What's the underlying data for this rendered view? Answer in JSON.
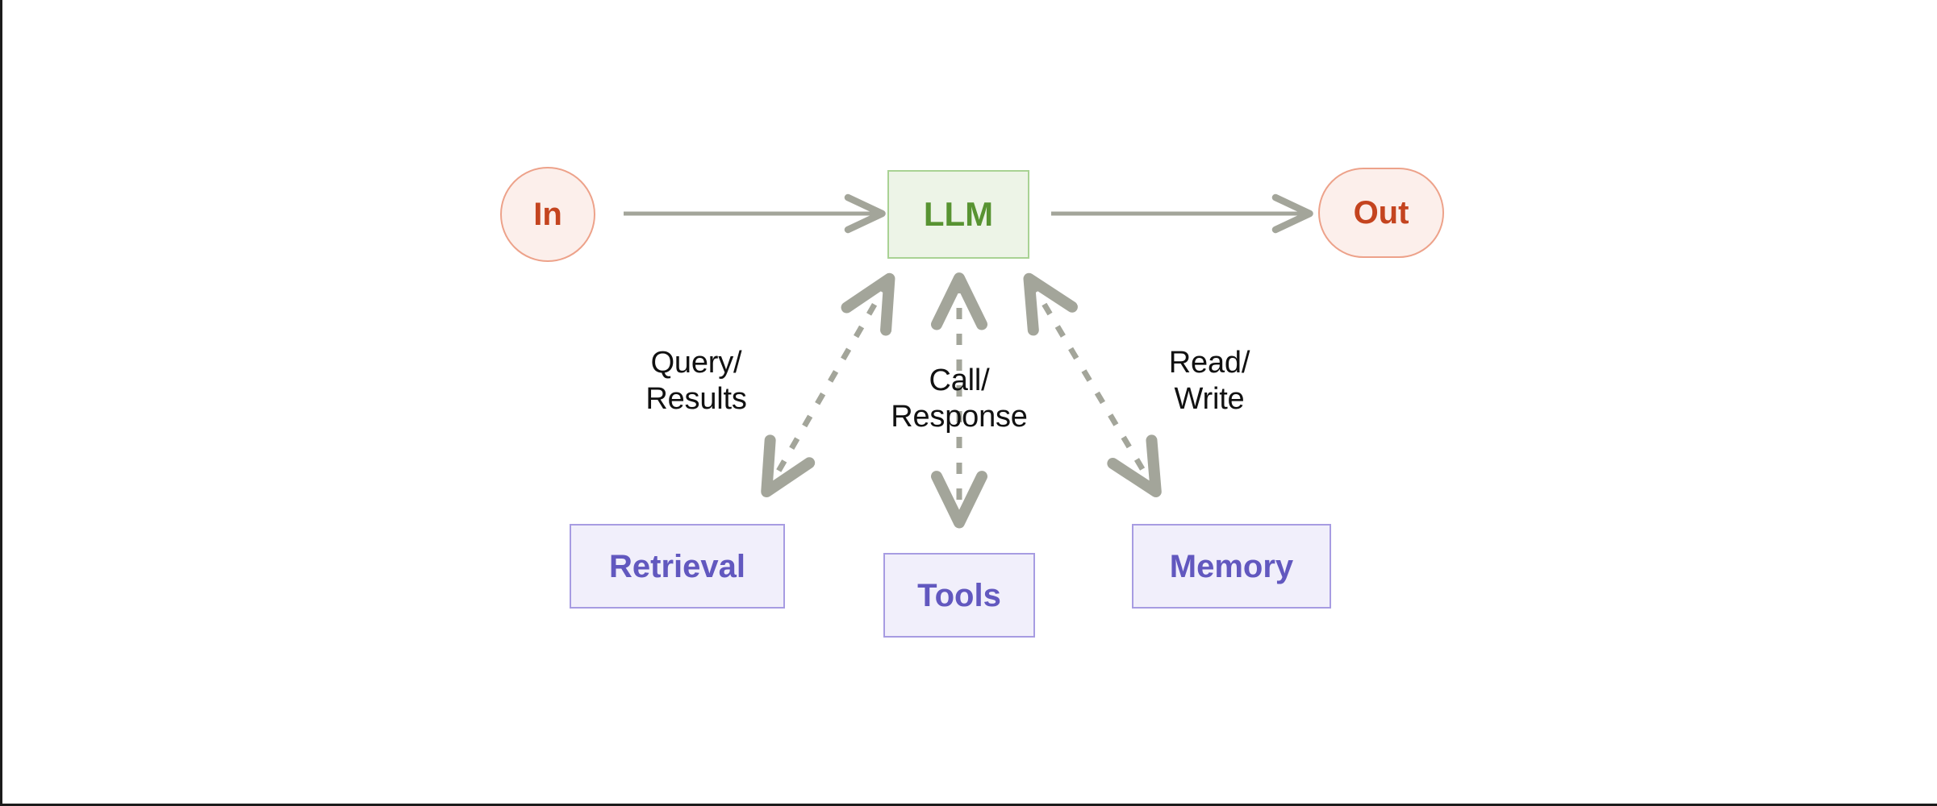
{
  "diagram": {
    "type": "flow-diagram",
    "title": "LLM agent architecture",
    "background_color": "#ffffff",
    "palette": {
      "io_fill": "#fcefeb",
      "io_stroke": "#eda28a",
      "io_text": "#c4441f",
      "llm_fill": "#edf4e7",
      "llm_stroke": "#a9d294",
      "llm_text": "#589332",
      "tool_fill": "#f1effb",
      "tool_stroke": "#a79ce2",
      "tool_text": "#6258bf",
      "arrow": "#a3a59a",
      "label_text": "#111111"
    },
    "nodes": {
      "input": {
        "label": "In",
        "shape": "circle"
      },
      "llm": {
        "label": "LLM",
        "shape": "rectangle"
      },
      "output": {
        "label": "Out",
        "shape": "stadium"
      },
      "retrieval": {
        "label": "Retrieval",
        "shape": "rectangle"
      },
      "tools": {
        "label": "Tools",
        "shape": "rectangle"
      },
      "memory": {
        "label": "Memory",
        "shape": "rectangle"
      }
    },
    "edges": [
      {
        "from": "input",
        "to": "llm",
        "label": "",
        "style": "solid",
        "direction": "forward"
      },
      {
        "from": "llm",
        "to": "output",
        "label": "",
        "style": "solid",
        "direction": "forward"
      },
      {
        "from": "llm",
        "to": "retrieval",
        "label": "Query/\nResults",
        "style": "dashed",
        "direction": "both"
      },
      {
        "from": "llm",
        "to": "tools",
        "label": "Call/\nResponse",
        "style": "dashed",
        "direction": "both"
      },
      {
        "from": "llm",
        "to": "memory",
        "label": "Read/\nWrite",
        "style": "dashed",
        "direction": "both"
      }
    ],
    "labels": {
      "query_results": "Query/\nResults",
      "call_response": "Call/\nResponse",
      "read_write": "Read/\nWrite"
    }
  }
}
